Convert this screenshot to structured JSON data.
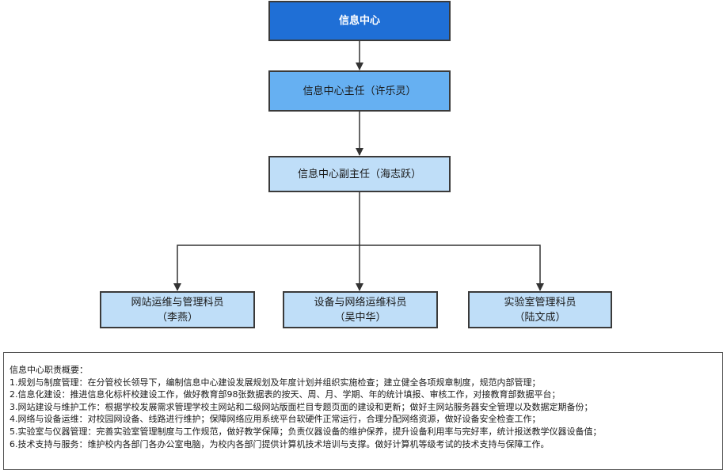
{
  "nodes": {
    "root": {
      "label": "信息中心"
    },
    "director": {
      "label": "信息中心主任（许乐灵）"
    },
    "deputy": {
      "label": "信息中心副主任（海志跃）"
    },
    "web": {
      "line1": "网站运维与管理科员",
      "line2": "（李燕）"
    },
    "net": {
      "line1": "设备与网络运维科员",
      "line2": "（吴中华）"
    },
    "lab": {
      "line1": "实验室管理科员",
      "line2": "（陆文成）"
    }
  },
  "description": {
    "title": "信息中心职责概要：",
    "items": [
      "1.规划与制度管理：在分管校长领导下，编制信息中心建设发展规划及年度计划并组织实施检查；建立健全各项规章制度，规范内部管理；",
      "2.信息化建设：推进信息化标杆校建设工作，做好教育部98张数据表的按天、周、月、学期、年的统计填报、审核工作，对接教育部数据平台；",
      "3.网站建设与维护工作：根据学校发展需求管理学校主网站和二级网站版面栏目专题页面的建设和更新；做好主网站服务器安全管理以及数据定期备份；",
      "4.网络与设备运维：对校园网设备、线路进行维护；保障网络应用系统平台软硬件正常运行，合理分配网络资源，做好设备安全检查工作；",
      "5.实验室与仪器管理：完善实验室管理制度与工作规范，做好教学保障；负责仪器设备的维护保养，提升设备利用率与完好率，统计报送教学仪器设备值；",
      "6.技术支持与服务：维护校内各部门各办公室电脑，为校内各部门提供计算机技术培训与支撑。做好计算机等级考试的技术支持与保障工作。"
    ]
  }
}
